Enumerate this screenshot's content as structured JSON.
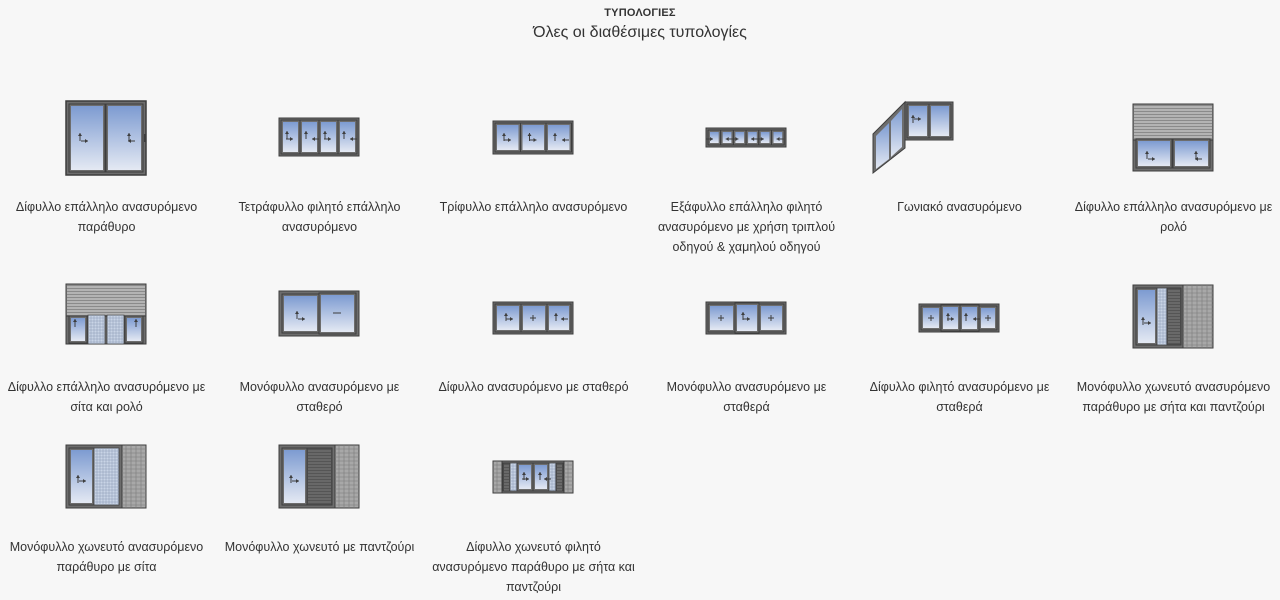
{
  "header": {
    "eyebrow": "ΤΥΠΟΛΟΓΙΕΣ",
    "subtitle": "Όλες οι διαθέσιμες τυπολογίες"
  },
  "colors": {
    "frame": "#6d6d6d",
    "frame_dark": "#3d3d3d",
    "glass_top": "#7d9bd1",
    "glass_bottom": "#e4e9f3",
    "shutter": "#8a8a8a",
    "wall": "#a8a8a8"
  },
  "typologies": [
    {
      "label": "Δίφυλλο επάλληλο ανασυρόμενο παράθυρο",
      "icon": "double-sliding-window-icon"
    },
    {
      "label": "Τετράφυλλο φιλητό επάλληλο ανασυρόμενο",
      "icon": "four-panel-sliding-icon"
    },
    {
      "label": "Τρίφυλλο επάλληλο ανασυρόμενο",
      "icon": "three-panel-sliding-icon"
    },
    {
      "label": "Εξάφυλλο επάλληλο φιλητό ανασυρόμενο με χρήση τριπλού οδηγού & χαμηλού οδηγού",
      "icon": "six-panel-sliding-icon"
    },
    {
      "label": "Γωνιακό ανασυρόμενο",
      "icon": "corner-sliding-icon"
    },
    {
      "label": "Δίφυλλο επάλληλο ανασυρόμενο με ρολό",
      "icon": "double-sliding-shutter-icon"
    },
    {
      "label": "Δίφυλλο επάλληλο ανασυρόμενο με σίτα και ρολό",
      "icon": "double-sliding-screen-shutter-icon"
    },
    {
      "label": "Μονόφυλλο ανασυρόμενο με σταθερό",
      "icon": "single-sliding-fixed-icon"
    },
    {
      "label": "Δίφυλλο ανασυρόμενο με σταθερό",
      "icon": "double-sliding-fixed-icon"
    },
    {
      "label": "Μονόφυλλο ανασυρόμενο με σταθερά",
      "icon": "single-sliding-two-fixed-icon"
    },
    {
      "label": "Δίφυλλο φιλητό ανασυρόμενο με σταθερά",
      "icon": "double-meeting-sliding-fixed-icon"
    },
    {
      "label": "Μονόφυλλο χωνευτό ανασυρόμενο παράθυρο με σήτα και παντζούρι",
      "icon": "pocket-window-screen-louver-icon"
    },
    {
      "label": "Μονόφυλλο χωνευτό ανασυρόμενο παράθυρο με σίτα",
      "icon": "pocket-window-screen-icon"
    },
    {
      "label": "Μονόφυλλο χωνευτό με παντζούρι",
      "icon": "pocket-window-louver-icon"
    },
    {
      "label": "Δίφυλλο χωνευτό φιλητό ανασυρόμενο παράθυρο με σήτα και παντζούρι",
      "icon": "double-pocket-screen-louver-icon"
    }
  ]
}
